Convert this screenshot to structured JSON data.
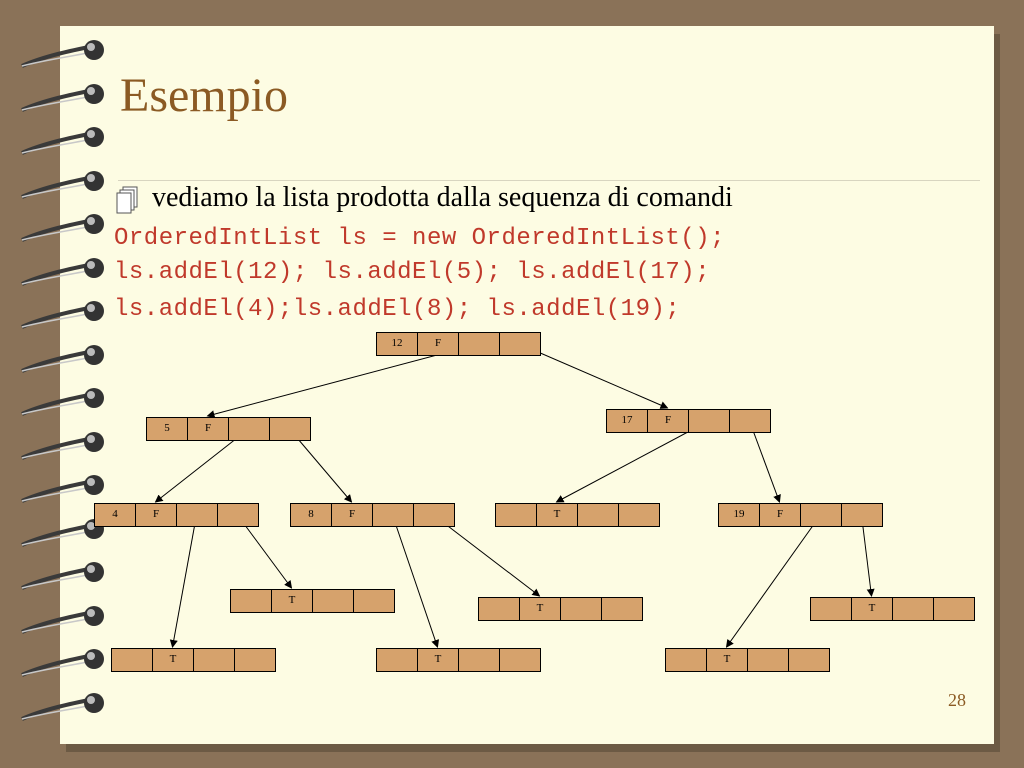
{
  "slide": {
    "title": "Esempio",
    "bullet": "vediamo la lista prodotta dalla sequenza di comandi",
    "code_lines": [
      "OrderedIntList ls = new OrderedIntList();",
      "ls.addEl(12); ls.addEl(5); ls.addEl(17);",
      "ls.addEl(4);ls.addEl(8); ls.addEl(19);"
    ],
    "slide_number": "28"
  },
  "tree": {
    "nodes": [
      {
        "id": "n12",
        "value": "12",
        "flag": "F"
      },
      {
        "id": "n5",
        "value": "5",
        "flag": "F"
      },
      {
        "id": "n17",
        "value": "17",
        "flag": "F"
      },
      {
        "id": "n4",
        "value": "4",
        "flag": "F"
      },
      {
        "id": "n8",
        "value": "8",
        "flag": "F"
      },
      {
        "id": "n17L",
        "value": "",
        "flag": "T"
      },
      {
        "id": "n19",
        "value": "19",
        "flag": "F"
      },
      {
        "id": "n4R",
        "value": "",
        "flag": "T"
      },
      {
        "id": "n8R",
        "value": "",
        "flag": "T"
      },
      {
        "id": "n19R",
        "value": "",
        "flag": "T"
      },
      {
        "id": "n4L",
        "value": "",
        "flag": "T"
      },
      {
        "id": "n8L",
        "value": "",
        "flag": "T"
      },
      {
        "id": "n19L",
        "value": "",
        "flag": "T"
      }
    ],
    "edges": [
      {
        "from": "n12",
        "slot": 2,
        "to": "n5"
      },
      {
        "from": "n12",
        "slot": 3,
        "to": "n17"
      },
      {
        "from": "n5",
        "slot": 2,
        "to": "n4"
      },
      {
        "from": "n5",
        "slot": 3,
        "to": "n8"
      },
      {
        "from": "n17",
        "slot": 2,
        "to": "n17L"
      },
      {
        "from": "n17",
        "slot": 3,
        "to": "n19"
      },
      {
        "from": "n4",
        "slot": 2,
        "to": "n4L"
      },
      {
        "from": "n4",
        "slot": 3,
        "to": "n4R"
      },
      {
        "from": "n8",
        "slot": 2,
        "to": "n8L"
      },
      {
        "from": "n8",
        "slot": 3,
        "to": "n8R"
      },
      {
        "from": "n19",
        "slot": 2,
        "to": "n19L"
      },
      {
        "from": "n19",
        "slot": 3,
        "to": "n19R"
      }
    ]
  }
}
